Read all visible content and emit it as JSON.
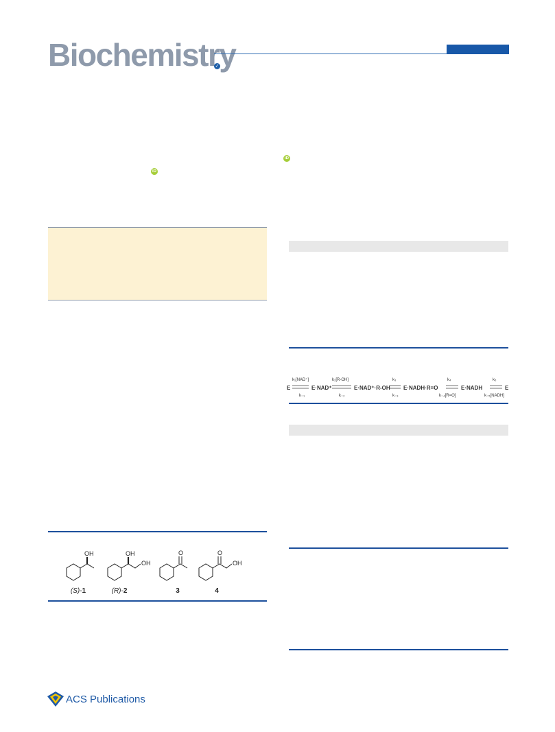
{
  "header": {
    "journal_name": "Biochemistry",
    "accent_color": "#1858a8",
    "logo_color": "#8e9aab"
  },
  "icons": {
    "header_badge": "check-circle-icon",
    "author_id": "orcid-icon"
  },
  "scheme": {
    "species": [
      "E",
      "E·NAD⁺",
      "E·NAD⁺·R-OH",
      "E·NADH·R=O",
      "E·NADH",
      "E"
    ],
    "forward_labels": [
      "k₁[NAD⁺]",
      "k₂[R-OH]",
      "k₃",
      "k₄",
      "k₅"
    ],
    "reverse_labels": [
      "k₋₁",
      "k₋₂",
      "k₋₃",
      "k₋₄[R=O]",
      "k₋₅[NADH]"
    ]
  },
  "compounds": [
    {
      "prefix": "(S)-",
      "id": "1"
    },
    {
      "prefix": "(R)-",
      "id": "2"
    },
    {
      "prefix": "",
      "id": "3"
    },
    {
      "prefix": "",
      "id": "4"
    }
  ],
  "structure_atoms": {
    "oh": "OH",
    "o": "O"
  },
  "footer": {
    "publisher": "ACS Publications"
  }
}
